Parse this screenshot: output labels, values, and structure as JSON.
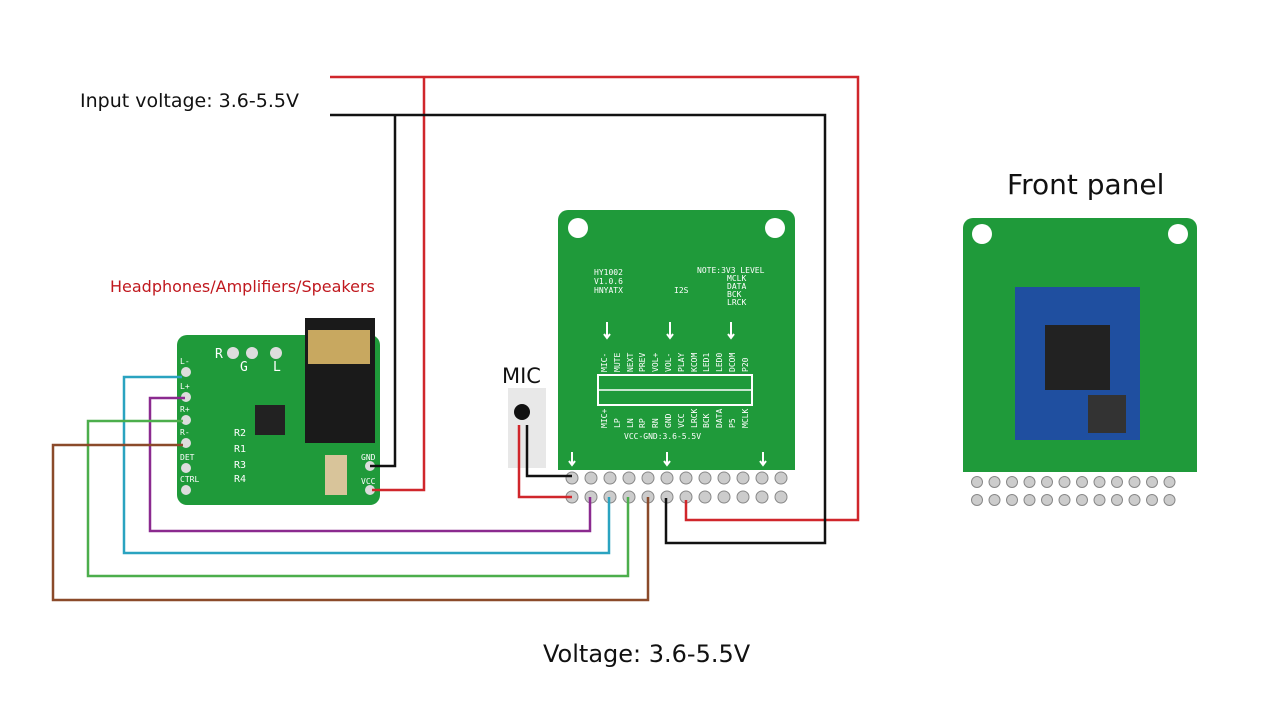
{
  "labels": {
    "input_voltage": "Input voltage: 3.6-5.5V",
    "output_devices": "Headphones/Amplifiers/Speakers",
    "mic": "MIC",
    "front_panel": "Front panel",
    "voltage": "Voltage: 3.6-5.5V"
  },
  "amp_board": {
    "left_pins": [
      "L-",
      "L+",
      "R+",
      "R-",
      "DET",
      "CTRL"
    ],
    "top_labels": [
      "R",
      "G",
      "L"
    ],
    "resistors": [
      "R2",
      "R1",
      "R3",
      "R4"
    ],
    "right_pins": [
      "GND",
      "VCC"
    ]
  },
  "main_board": {
    "model": [
      "HY1002",
      "V1.0.6",
      "HNYATX"
    ],
    "note": "NOTE:3V3 LEVEL",
    "i2s_label": "I2S",
    "i2s_signals": [
      "MCLK",
      "DATA",
      "BCK",
      "LRCK"
    ],
    "top_row": [
      "MIC-",
      "MUTE",
      "NEXT",
      "PREV",
      "VOL+",
      "VOL-",
      "PLAY",
      "KCOM",
      "LED1",
      "LED0",
      "DCOM",
      "P20"
    ],
    "bottom_row": [
      "MIC+",
      "LP",
      "LN",
      "RP",
      "RN",
      "GND",
      "VCC",
      "LRCK",
      "BCK",
      "DATA",
      "P5",
      "MCLK"
    ],
    "supply": "VCC-GND:3.6-5.5V"
  },
  "colors": {
    "board": "#1f9a3a",
    "power": "#d0262b",
    "ground": "#111111",
    "left_minus": "#2aa3c0",
    "left_plus": "#8b2a8f",
    "right_plus": "#4cae4c",
    "right_minus": "#8b4a2a"
  }
}
